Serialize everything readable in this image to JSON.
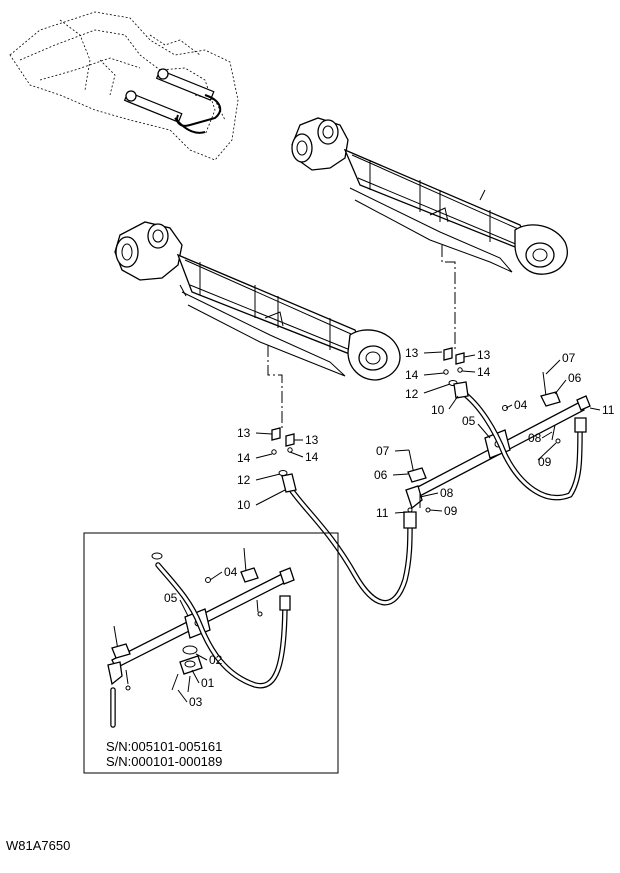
{
  "drawing_code": "W81A7650",
  "inset": {
    "serial_line_1": "S/N:005101-005161",
    "serial_line_2": "S/N:000101-000189"
  },
  "callouts": {
    "c01": "01",
    "c02": "02",
    "c03": "03",
    "c04": "04",
    "c05": "05",
    "c06": "06",
    "c07": "07",
    "c08": "08",
    "c09": "09",
    "c10": "10",
    "c11": "11",
    "c12": "12",
    "c13": "13",
    "c14": "14"
  }
}
